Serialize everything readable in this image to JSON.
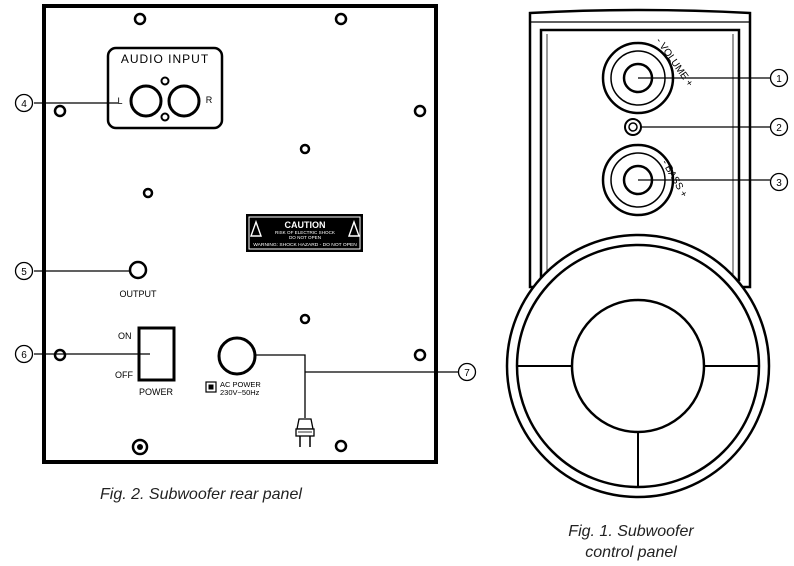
{
  "rear_panel": {
    "audio_input_label": "AUDIO INPUT",
    "left_label": "L",
    "right_label": "R",
    "caution_title": "CAUTION",
    "caution_line1": "RISK OF ELECTRIC SHOCK",
    "caution_line2": "DO NOT OPEN",
    "caution_warning": "WARNING: SHOCK HAZARD - DO NOT OPEN",
    "output_label": "OUTPUT",
    "switch_on_label": "ON",
    "switch_off_label": "OFF",
    "power_label": "POWER",
    "ac_power_label": "AC POWER",
    "ac_rating": "230V~50Hz",
    "caption": "Fig. 2. Subwoofer rear panel"
  },
  "control_panel": {
    "volume_label": "- VOLUME +",
    "bass_label": "- BASS +",
    "caption_line1": "Fig. 1. Subwoofer",
    "caption_line2": "control panel"
  },
  "callouts": {
    "c1": "1",
    "c2": "2",
    "c3": "3",
    "c4": "4",
    "c5": "5",
    "c6": "6",
    "c7": "7"
  }
}
